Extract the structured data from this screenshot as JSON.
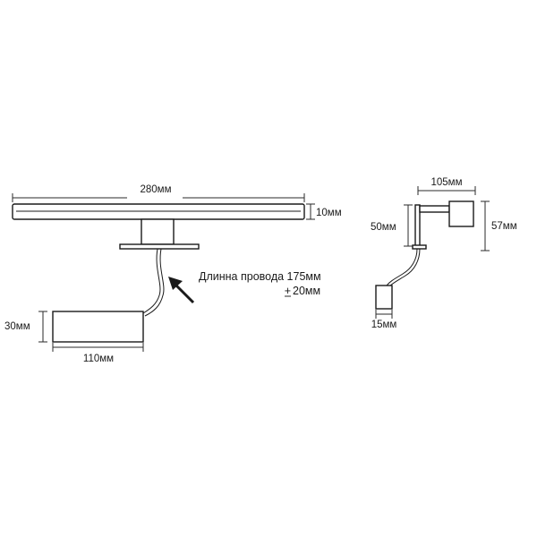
{
  "front_view": {
    "width_label": "280мм",
    "height_label": "10мм",
    "driver_height_label": "30мм",
    "driver_width_label": "110мм",
    "cable_note_line1": "Длинна провода 175мм",
    "cable_note_line2_sign": "+",
    "cable_note_line2_value": "20мм"
  },
  "side_view": {
    "arm_length_label": "105мм",
    "mount_height_label": "50мм",
    "total_height_label": "57мм",
    "driver_width_label": "15мм"
  }
}
